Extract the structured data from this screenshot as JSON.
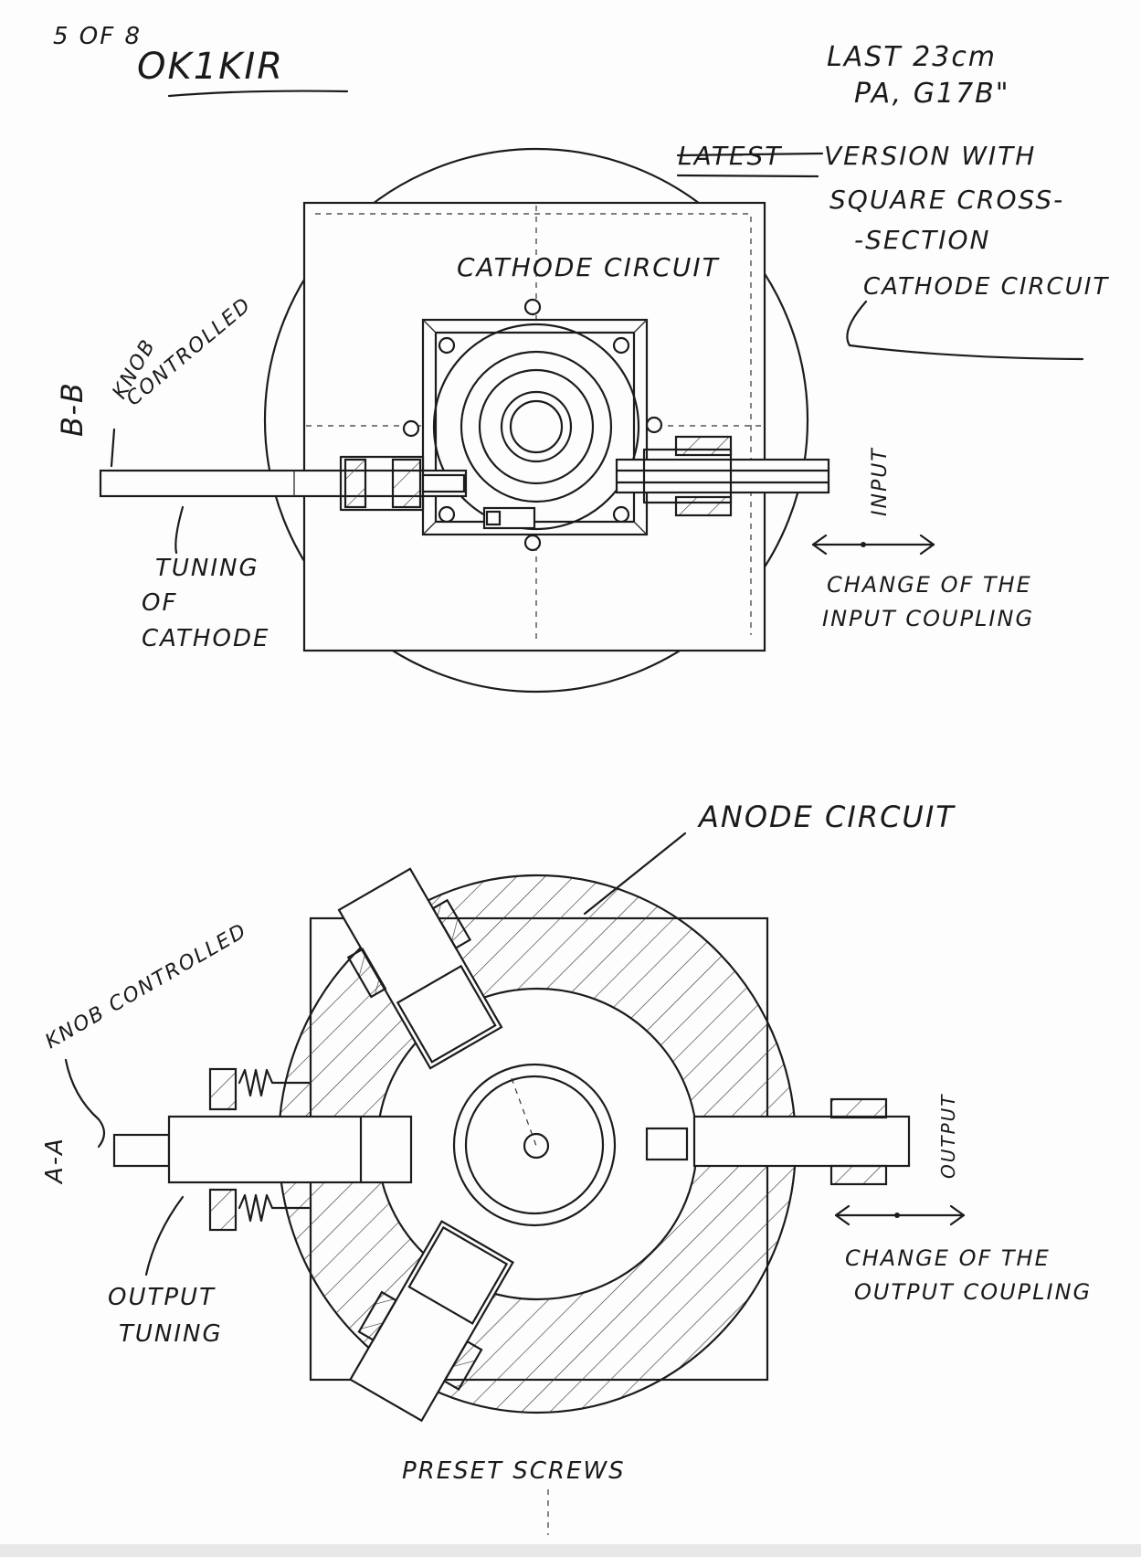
{
  "page": {
    "page_number": "5 OF 8",
    "author": "OK1KIR",
    "header_line1": "LAST 23cm",
    "header_line2": "PA, G17B\""
  },
  "top_view": {
    "version_struck": "LATEST",
    "version_line1": "VERSION WITH",
    "version_line2": "SQUARE CROSS-",
    "version_line3": "-SECTION",
    "version_line4": "CATHODE CIRCUIT",
    "cathode_circuit_label": "CATHODE CIRCUIT",
    "section_label": "B-B",
    "knob_line1": "KNOB",
    "knob_line2": "CONTROLLED",
    "tuning_line1": "TUNING",
    "tuning_line2": "OF",
    "tuning_line3": "CATHODE",
    "input_label": "INPUT",
    "coupling_line1": "CHANGE OF THE",
    "coupling_line2": "INPUT COUPLING"
  },
  "bottom_view": {
    "anode_circuit_label": "ANODE CIRCUIT",
    "knob_controlled": "KNOB CONTROLLED",
    "section_label": "A-A",
    "output_tuning_line1": "OUTPUT",
    "output_tuning_line2": "TUNING",
    "output_label": "OUTPUT",
    "coupling_line1": "CHANGE OF THE",
    "coupling_line2": "OUTPUT COUPLING",
    "preset_screws": "PRESET SCREWS"
  }
}
